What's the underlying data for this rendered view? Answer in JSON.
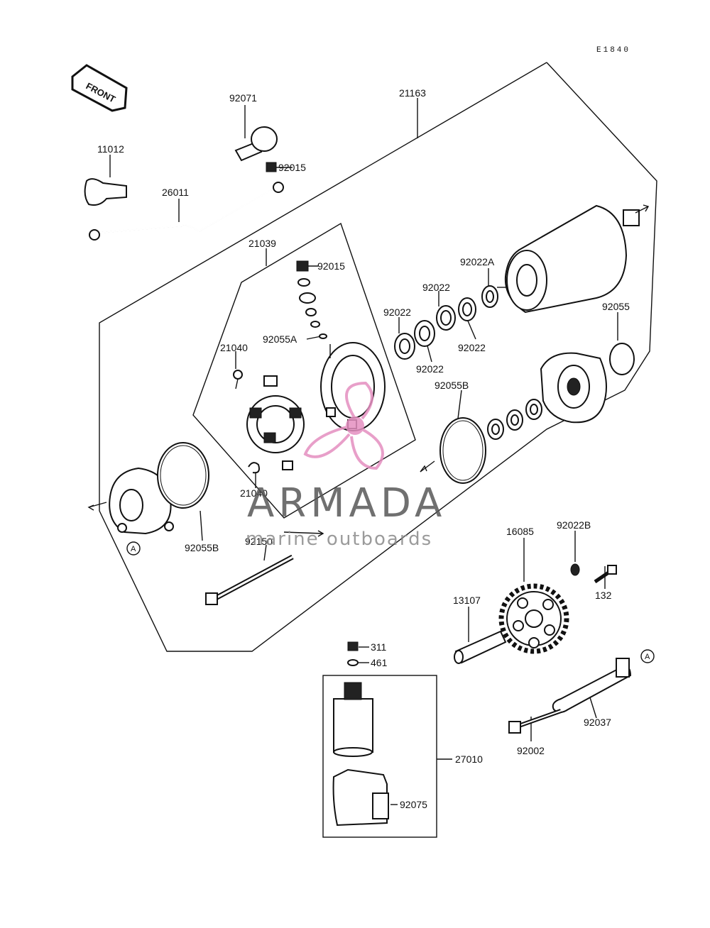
{
  "diagram_code": "E1840",
  "front_label": "FRONT",
  "assembly_markers": {
    "a_left": "A",
    "a_right": "A"
  },
  "parts": {
    "p92071": "92071",
    "p11012": "11012",
    "p92015_top": "92015",
    "p26011": "26011",
    "p21163": "21163",
    "p21039": "21039",
    "p92015_set": "92015",
    "p92055A": "92055A",
    "p21040_upper": "21040",
    "p21040_lower": "21040",
    "p92022A": "92022A",
    "p92022_a": "92022",
    "p92022_b": "92022",
    "p92022_c": "92022",
    "p92022_d": "92022",
    "p92055": "92055",
    "p92055B_right": "92055B",
    "p92055B_left": "92055B",
    "p92150": "92150",
    "p16085": "16085",
    "p92022B": "92022B",
    "p132": "132",
    "p13107": "13107",
    "p311": "311",
    "p461": "461",
    "p27010": "27010",
    "p92075": "92075",
    "p92037": "92037",
    "p92002": "92002"
  },
  "watermark": {
    "title": "ARMADA",
    "subtitle": "marine outboards",
    "accent_color": "#e58fc0"
  }
}
